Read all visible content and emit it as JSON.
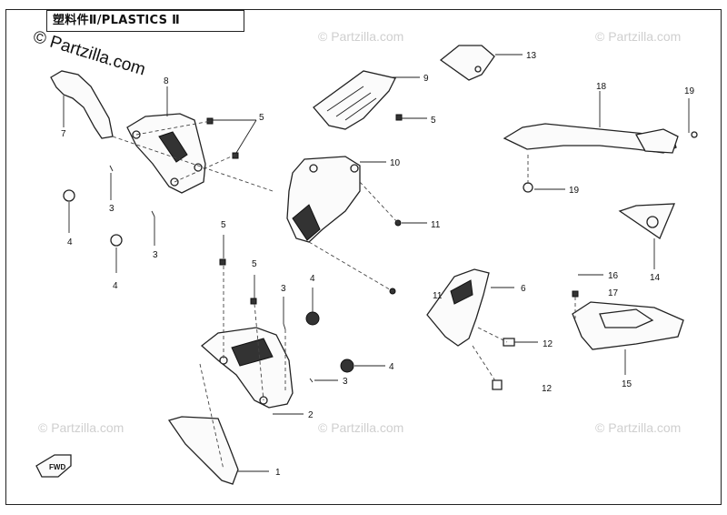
{
  "title": "塑料件Ⅱ/PLASTICS Ⅱ",
  "copyright": "© Partzilla.com",
  "watermark": "© Partzilla.com",
  "fwd_label": "FWD",
  "callouts": {
    "c1": "1",
    "c2": "2",
    "c3a": "3",
    "c3b": "3",
    "c3c": "3",
    "c3d": "3",
    "c4a": "4",
    "c4b": "4",
    "c4c": "4",
    "c4d": "4",
    "c5a": "5",
    "c5b": "5",
    "c5c": "5",
    "c5d": "5",
    "c6": "6",
    "c7": "7",
    "c8": "8",
    "c9": "9",
    "c10": "10",
    "c11a": "11",
    "c11b": "11",
    "c12a": "12",
    "c12b": "12",
    "c13": "13",
    "c14": "14",
    "c15": "15",
    "c16": "16",
    "c17": "17",
    "c18": "18",
    "c19a": "19",
    "c19b": "19"
  },
  "colors": {
    "line": "#222222",
    "watermark": "#cfcfcf",
    "background": "#ffffff"
  }
}
